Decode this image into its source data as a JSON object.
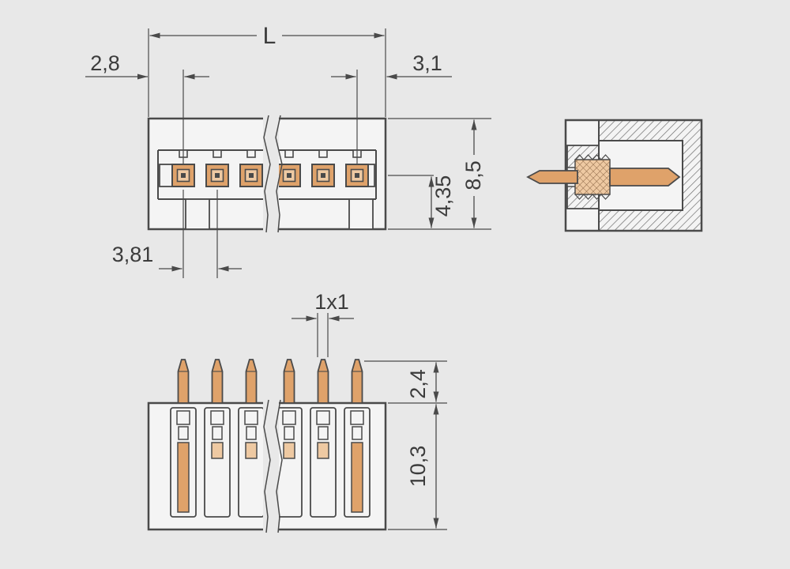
{
  "drawing_type": "connector-dimension-drawing",
  "colors": {
    "background": "#e8e8e8",
    "body": "#f4f4f4",
    "line": "#4a4a4a",
    "text": "#3c3c3c",
    "pin": "#dfa26a",
    "pin_light": "#eec9a2"
  },
  "dimensions": {
    "overall_length": "L",
    "left_edge_to_first_pin": "2,8",
    "last_pin_to_right_edge": "3,1",
    "pin_axis_to_bottom": "4,35",
    "housing_height": "8,5",
    "pin_pitch": "3,81",
    "pin_cross_section": "1x1",
    "pin_tip_length": "2,4",
    "housing_depth": "10,3"
  }
}
